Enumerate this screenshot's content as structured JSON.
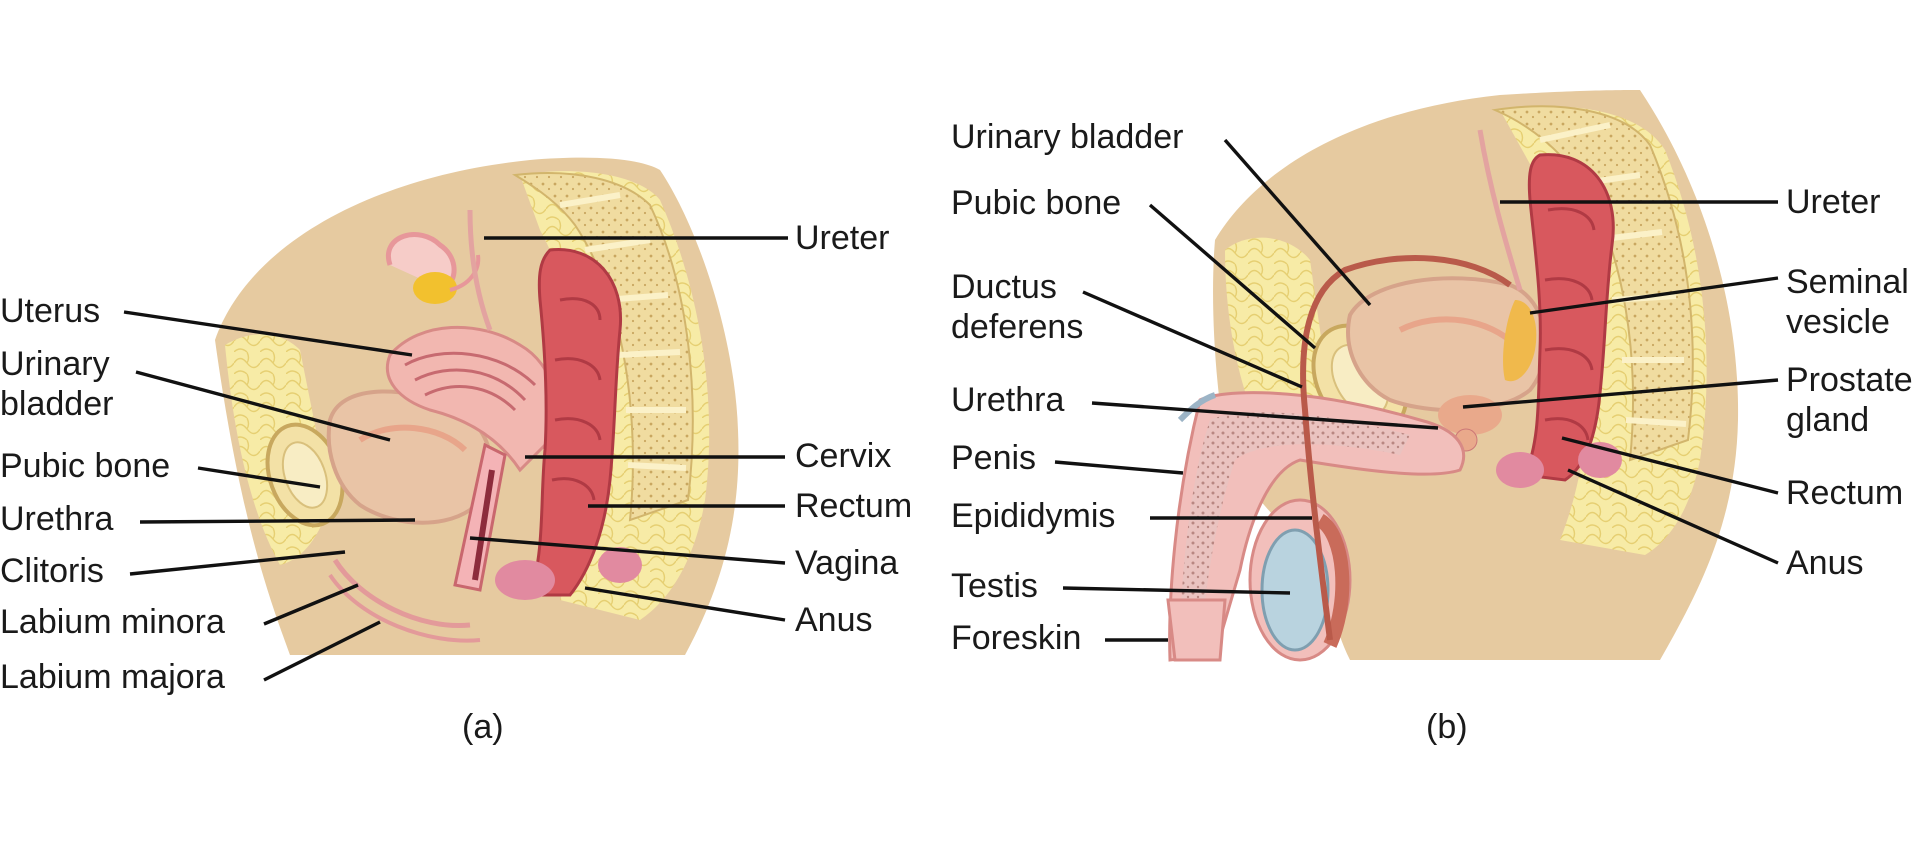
{
  "panels": {
    "a": {
      "caption": "(a)",
      "labels": {
        "ureter": "Ureter",
        "uterus": "Uterus",
        "urinary_bladder": "Urinary\nbladder",
        "pubic_bone": "Pubic bone",
        "urethra": "Urethra",
        "clitoris": "Clitoris",
        "labium_minora": "Labium minora",
        "labium_majora": "Labium majora",
        "cervix": "Cervix",
        "rectum": "Rectum",
        "vagina": "Vagina",
        "anus": "Anus"
      }
    },
    "b": {
      "caption": "(b)",
      "labels": {
        "urinary_bladder": "Urinary bladder",
        "pubic_bone": "Pubic bone",
        "ductus_deferens": "Ductus\ndeferens",
        "urethra": "Urethra",
        "penis": "Penis",
        "epididymis": "Epididymis",
        "testis": "Testis",
        "foreskin": "Foreskin",
        "ureter": "Ureter",
        "seminal_vesicle": "Seminal\nvesicle",
        "prostate_gland": "Prostate\ngland",
        "rectum": "Rectum",
        "anus": "Anus"
      }
    }
  },
  "colors": {
    "skin": "#e6caa0",
    "fat": "#f7eba6",
    "bone": "#f3e1a6",
    "muscle": "#d8585e",
    "pink": "#f2b7b0",
    "organ_tan": "#e9c4a6",
    "testis_blue": "#b9d3df",
    "ovary": "#f2c12e",
    "seminal": "#f0b94c"
  }
}
